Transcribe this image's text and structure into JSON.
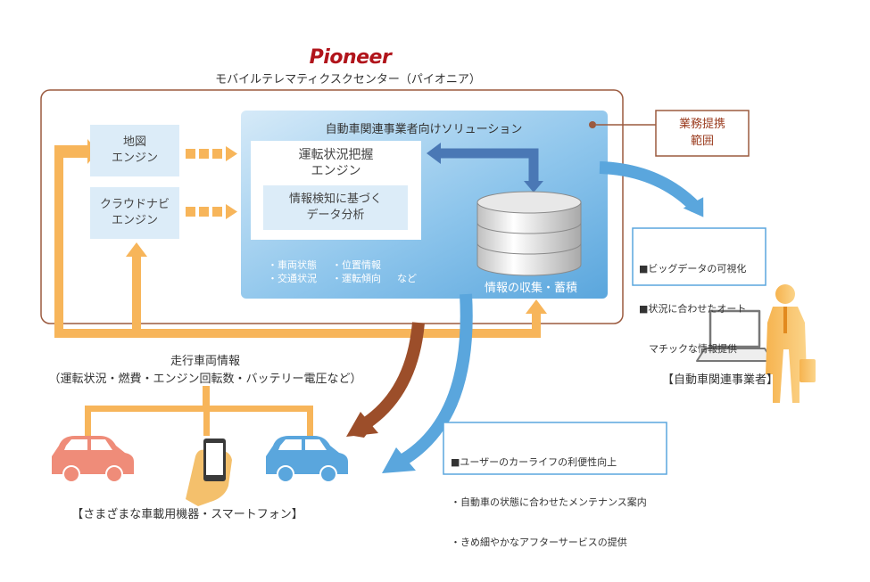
{
  "header": {
    "logo_text": "Pioneer",
    "center_name": "モバイルテレマティクスクセンター（パイオニア）"
  },
  "engines": {
    "map": [
      "地図",
      "エンジン"
    ],
    "cloud_navi": [
      "クラウドナビ",
      "エンジン"
    ]
  },
  "solution": {
    "title": "自動車関連事業者向けソリューション",
    "driving_engine": [
      "運転状況把握",
      "エンジン"
    ],
    "data_analysis": [
      "情報検知に基づく",
      "データ分析"
    ],
    "info_items": [
      "・車両状態",
      "・位置情報",
      "・交通状況",
      "・運転傾向",
      "など"
    ],
    "storage_label": "情報の収集・蓄積"
  },
  "partnership": [
    "業務提携",
    "範囲"
  ],
  "business_box": [
    "■ビッグデータの可視化",
    "■状況に合わせたオート",
    "　マチックな情報提供"
  ],
  "business_label": "【自動車関連事業者】",
  "vehicle_info": {
    "title": "走行車両情報",
    "detail": "（運転状況・燃費・エンジン回転数・バッテリー電圧など）"
  },
  "user_box": [
    "■ユーザーのカーライフの利便性向上",
    "・自動車の状態に合わせたメンテナンス案内",
    "・きめ細やかなアフターサービスの提供"
  ],
  "devices_label": "【さまざまな車載用機器・スマートフォン】",
  "colors": {
    "orange": "#f7b55a",
    "brown_border": "#9b5a3f",
    "light_blue": "#dcecf8",
    "blue": "#5aa6dd",
    "dark_blue": "#4a78b5",
    "brown_arrow": "#9c4e2a",
    "brand_red": "#b1141b"
  }
}
